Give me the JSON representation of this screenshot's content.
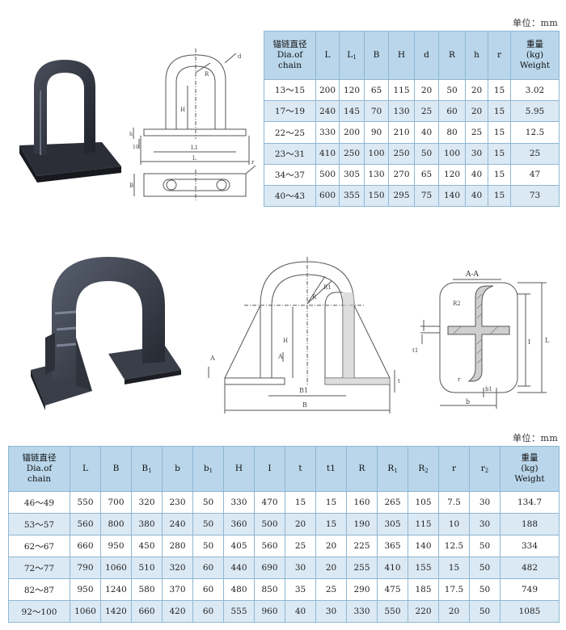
{
  "unit_label": "单位：mm",
  "table1": {
    "headers": {
      "dia_cn": "锚链直径",
      "dia_en1": "Dia.of",
      "dia_en2": "chain",
      "L": "L",
      "L1": "L",
      "L1_sub": "1",
      "B": "B",
      "H": "H",
      "d": "d",
      "R": "R",
      "h": "h",
      "r": "r",
      "w_cn": "重量",
      "w_kg": "(kg)",
      "w_en": "Weight"
    },
    "rows": [
      [
        "13～15",
        "200",
        "120",
        "65",
        "115",
        "20",
        "50",
        "20",
        "15",
        "3.02"
      ],
      [
        "17～19",
        "240",
        "145",
        "70",
        "130",
        "25",
        "60",
        "20",
        "15",
        "5.95"
      ],
      [
        "22～25",
        "330",
        "200",
        "90",
        "210",
        "40",
        "80",
        "25",
        "15",
        "12.5"
      ],
      [
        "23～31",
        "410",
        "250",
        "100",
        "250",
        "50",
        "100",
        "30",
        "15",
        "25"
      ],
      [
        "34～37",
        "500",
        "305",
        "130",
        "270",
        "65",
        "120",
        "40",
        "15",
        "47"
      ],
      [
        "40～43",
        "600",
        "355",
        "150",
        "295",
        "75",
        "140",
        "40",
        "15",
        "73"
      ]
    ]
  },
  "table2": {
    "headers": {
      "dia_cn": "锚链直径",
      "dia_en1": "Dia.of",
      "dia_en2": "chain",
      "L": "L",
      "B": "B",
      "B1": "B",
      "B1_sub": "1",
      "b": "b",
      "b1": "b",
      "b1_sub": "1",
      "H": "H",
      "I": "I",
      "t": "t",
      "t1": "t1",
      "R": "R",
      "R1": "R",
      "R1_sub": "1",
      "R2": "R",
      "R2_sub": "2",
      "r": "r",
      "r2": "r",
      "r2_sub": "2",
      "w_cn": "重量",
      "w_kg": "(kg)",
      "w_en": "Weight"
    },
    "rows": [
      [
        "46～49",
        "550",
        "700",
        "320",
        "230",
        "50",
        "330",
        "470",
        "15",
        "15",
        "160",
        "265",
        "105",
        "7.5",
        "30",
        "134.7"
      ],
      [
        "53～57",
        "560",
        "800",
        "380",
        "240",
        "50",
        "360",
        "500",
        "20",
        "15",
        "190",
        "305",
        "115",
        "10",
        "30",
        "188"
      ],
      [
        "62～67",
        "660",
        "950",
        "450",
        "280",
        "50",
        "405",
        "560",
        "25",
        "20",
        "225",
        "365",
        "140",
        "12.5",
        "50",
        "334"
      ],
      [
        "72～77",
        "790",
        "1060",
        "510",
        "320",
        "60",
        "440",
        "690",
        "30",
        "20",
        "255",
        "410",
        "155",
        "15",
        "50",
        "482"
      ],
      [
        "82～87",
        "950",
        "1240",
        "580",
        "370",
        "60",
        "480",
        "850",
        "35",
        "25",
        "290",
        "475",
        "185",
        "17.5",
        "50",
        "749"
      ],
      [
        "92～100",
        "1060",
        "1420",
        "660",
        "420",
        "60",
        "555",
        "960",
        "40",
        "30",
        "330",
        "550",
        "220",
        "20",
        "50",
        "1085"
      ]
    ]
  },
  "drawing1": {
    "front": {
      "R": "R",
      "d": "d",
      "H": "H",
      "h": "h",
      "t": "10",
      "L1": "L1",
      "L": "L"
    },
    "top": {
      "r": "r",
      "B": "B"
    }
  },
  "drawing2": {
    "front": {
      "R": "R",
      "R1": "R1",
      "H": "H",
      "A_left": "A",
      "A_mid": "A",
      "t": "t",
      "B1": "B1",
      "B": "B"
    },
    "section": {
      "title": "A-A",
      "R2": "R2",
      "t1": "t1",
      "I": "I",
      "L": "L",
      "r": "r",
      "b1": "b1",
      "b": "b"
    }
  }
}
